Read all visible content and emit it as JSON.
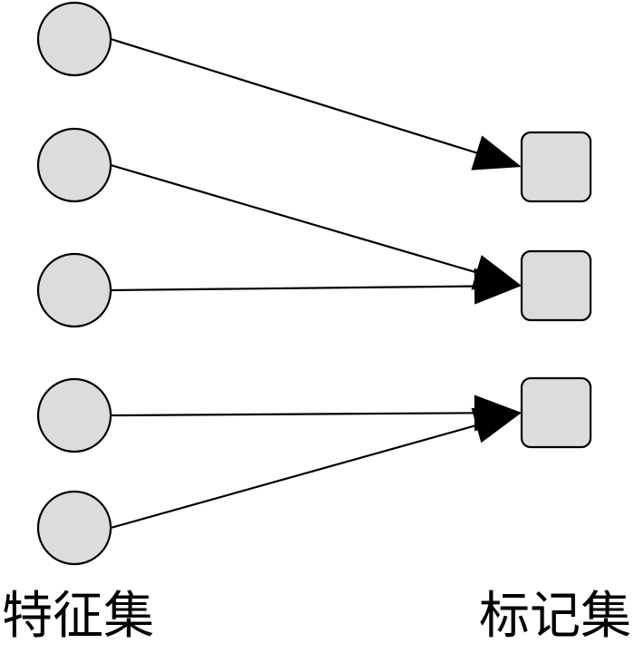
{
  "labels": {
    "features": "特征集",
    "labels": "标记集"
  },
  "colors": {
    "node_fill": "#dcdcdc",
    "stroke": "#000000",
    "background": "#ffffff"
  },
  "nodes": {
    "features": [
      "f1",
      "f2",
      "f3",
      "f4",
      "f5"
    ],
    "labels": [
      "l1",
      "l2",
      "l3"
    ]
  },
  "edges": [
    {
      "from": "f1",
      "to": "l1"
    },
    {
      "from": "f2",
      "to": "l2"
    },
    {
      "from": "f3",
      "to": "l2"
    },
    {
      "from": "f4",
      "to": "l3"
    },
    {
      "from": "f5",
      "to": "l3"
    }
  ]
}
